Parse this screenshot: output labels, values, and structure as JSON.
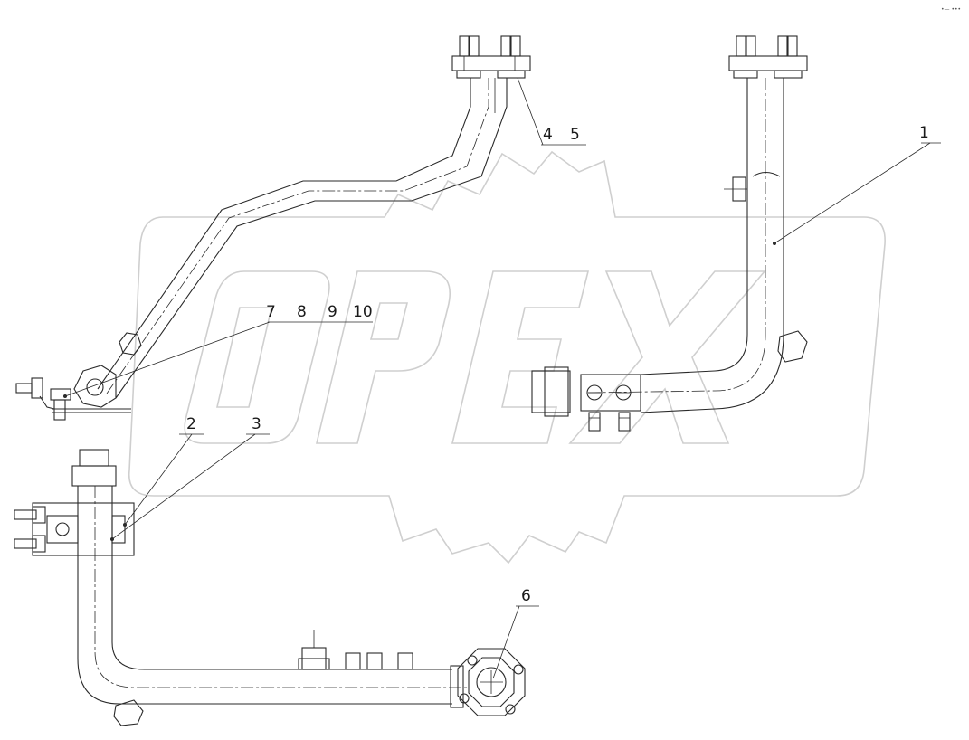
{
  "watermark": {
    "text": "OPEX"
  },
  "corner_note": "•— •••",
  "callouts": [
    {
      "id": "callout-1",
      "label": "1"
    },
    {
      "id": "callout-2",
      "label": "2"
    },
    {
      "id": "callout-3",
      "label": "3"
    },
    {
      "id": "callout-4",
      "label": "4"
    },
    {
      "id": "callout-5",
      "label": "5"
    },
    {
      "id": "callout-6",
      "label": "6"
    },
    {
      "id": "callout-7",
      "label": "7"
    },
    {
      "id": "callout-8",
      "label": "8"
    },
    {
      "id": "callout-9",
      "label": "9"
    },
    {
      "id": "callout-10",
      "label": "10"
    }
  ],
  "colors": {
    "line": "#2a2a2a",
    "watermark": "#cfcfcf",
    "background": "#ffffff"
  }
}
